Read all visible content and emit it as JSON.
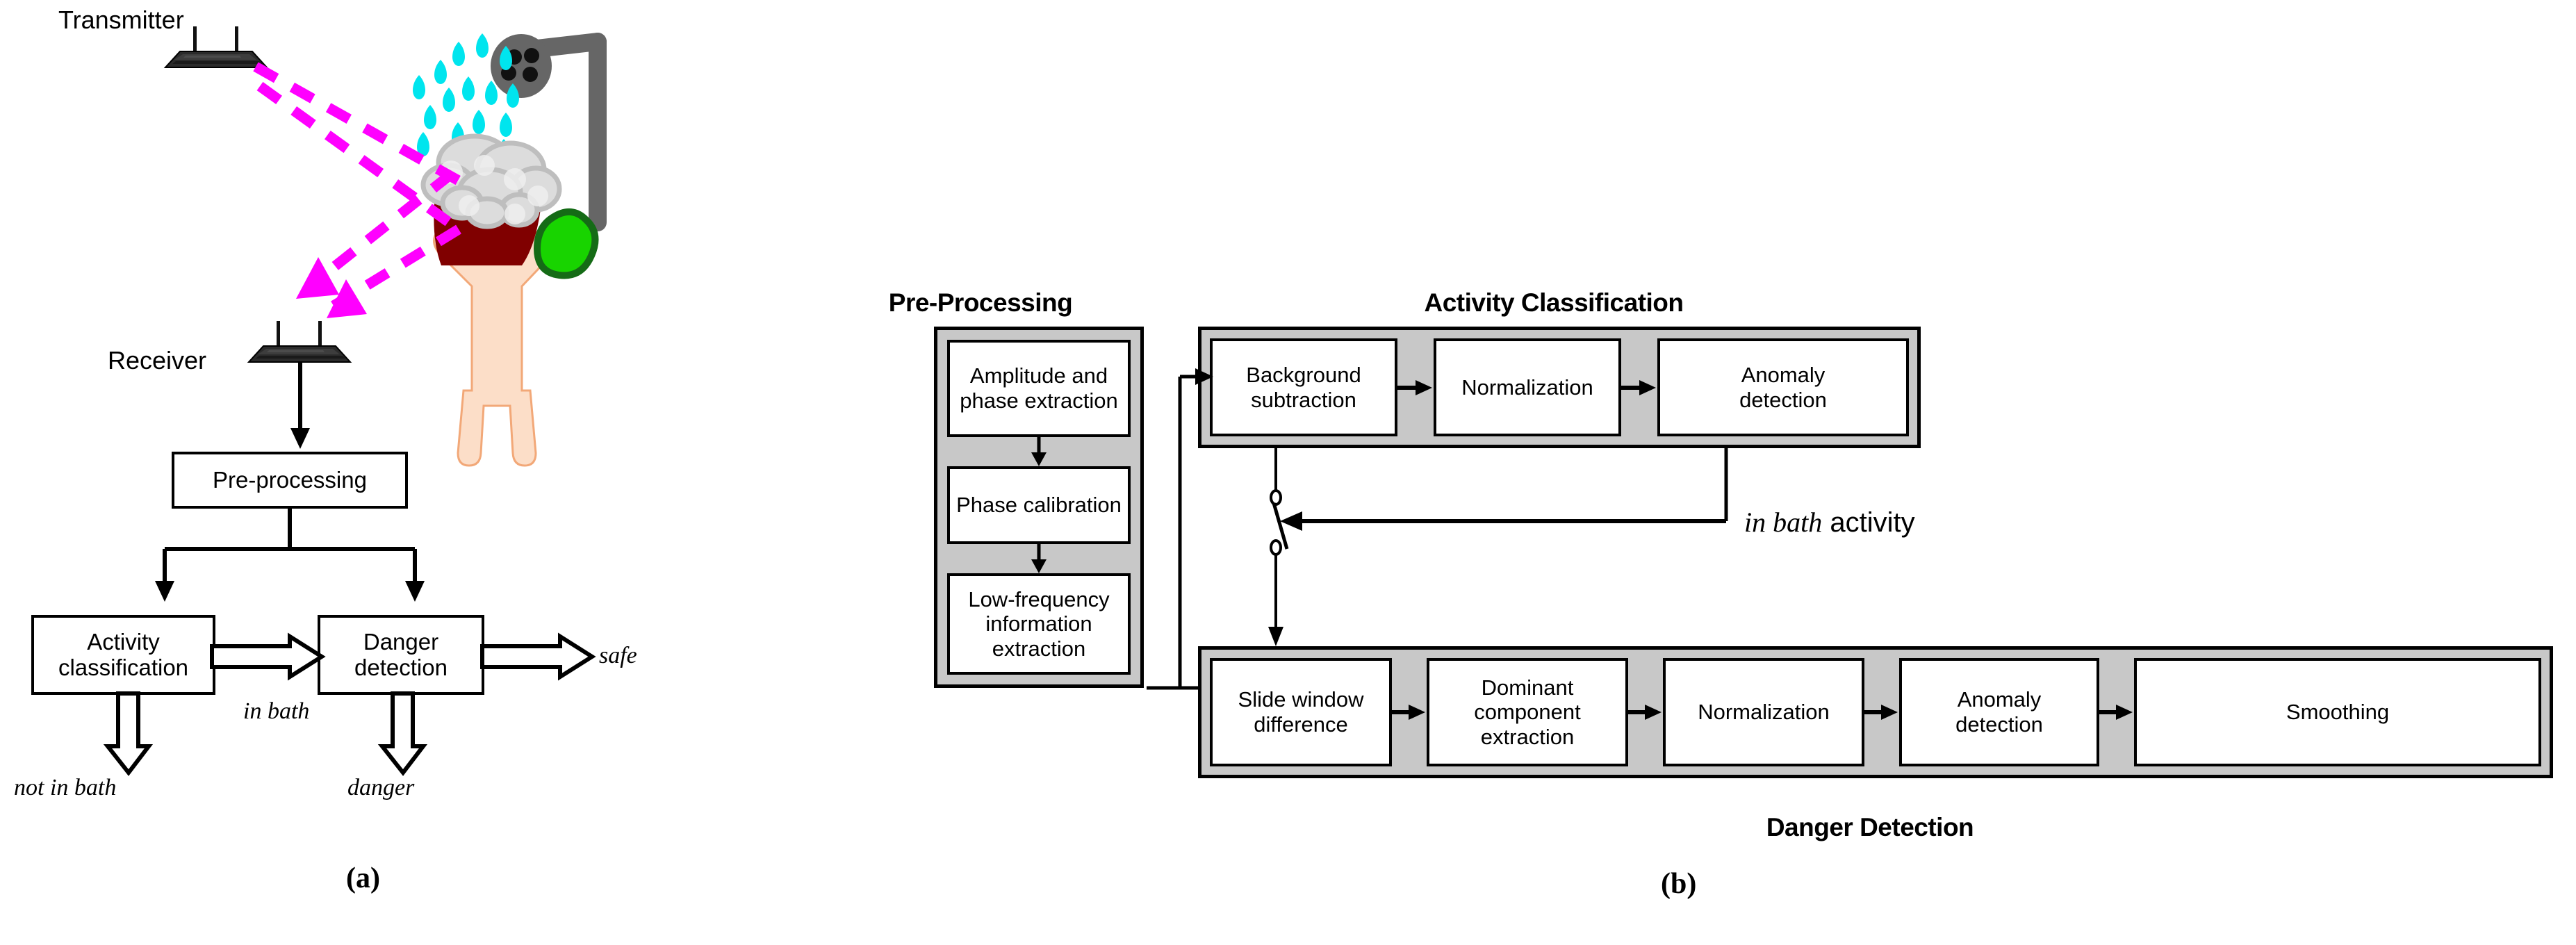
{
  "figure": {
    "panel_a_caption": "(a)",
    "panel_b_caption": "(b)"
  },
  "panel_a": {
    "scene": {
      "transmitter_label": "Transmitter",
      "receiver_label": "Receiver",
      "icons": {
        "transmitter": "router-icon",
        "receiver": "router-icon",
        "shower": "shower-head-icon",
        "bather": "person-in-bathtub-icon",
        "soap": "soap-icon",
        "signal": "wireless-signal-rays"
      },
      "colors": {
        "signal": "#FF00FF",
        "water": "#00E5EE",
        "shower": "#666666",
        "tub": "#800000",
        "foam": "#DCDCDC",
        "skin": "#FCDEC8",
        "soap": "#18D400",
        "soap_border": "#156B16"
      }
    },
    "blocks": [
      {
        "id": "pre-processing",
        "label": "Pre-processing"
      },
      {
        "id": "activity-classification",
        "label": "Activity\nclassification"
      },
      {
        "id": "danger-detection",
        "label": "Danger\ndetection"
      }
    ],
    "edge_labels": {
      "in_bath": "in bath",
      "not_in_bath": "not in bath",
      "danger": "danger",
      "safe": "safe"
    }
  },
  "panel_b": {
    "sections": {
      "pre_processing": {
        "title": "Pre-Processing",
        "stages": [
          "Amplitude and\nphase extraction",
          "Phase calibration",
          "Low-frequency\ninformation\nextraction"
        ]
      },
      "activity_classification": {
        "title": "Activity Classification",
        "stages": [
          "Background\nsubtraction",
          "Normalization",
          "Anomaly\ndetection"
        ]
      },
      "danger_detection": {
        "title": "Danger Detection",
        "stages": [
          "Slide window\ndifference",
          "Dominant\ncomponent\nextraction",
          "Normalization",
          "Anomaly\ndetection",
          "Smoothing"
        ]
      }
    },
    "feedback_label": "in bath activity",
    "switch_icon": "spdt-switch-icon",
    "colors": {
      "group_fill": "#C8C8C8",
      "stage_fill": "#FFFFFF",
      "stroke": "#000000"
    }
  }
}
